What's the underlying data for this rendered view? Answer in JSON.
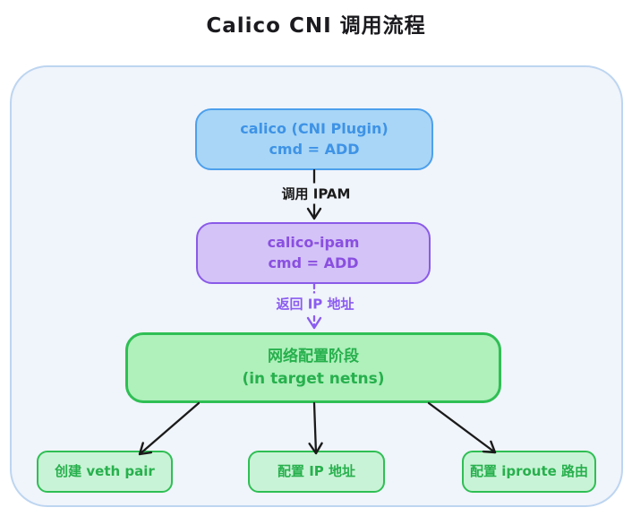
{
  "title": "Calico CNI 调用流程",
  "nodes": {
    "calico": {
      "line1": "calico (CNI Plugin)",
      "line2": "cmd = ADD"
    },
    "ipam": {
      "line1": "calico-ipam",
      "line2": "cmd = ADD"
    },
    "netconfig": {
      "line1": "网络配置阶段",
      "line2": "(in target netns)"
    },
    "veth": {
      "label": "创建 veth pair"
    },
    "ip": {
      "label": "配置 IP 地址"
    },
    "route": {
      "label": "配置 iproute 路由"
    }
  },
  "edges": {
    "call_ipam": {
      "label": "调用 IPAM",
      "style": "solid",
      "color": "#1a1a1a"
    },
    "return_ip": {
      "label": "返回 IP 地址",
      "style": "dashed",
      "color": "#8b5cf0"
    },
    "to_veth": {
      "label": "",
      "style": "solid",
      "color": "#1a1a1a"
    },
    "to_ip": {
      "label": "",
      "style": "solid",
      "color": "#1a1a1a"
    },
    "to_route": {
      "label": "",
      "style": "solid",
      "color": "#1a1a1a"
    }
  },
  "colors": {
    "blue_fill": "#a9d6f6",
    "blue_border": "#4da0ec",
    "blue_text": "#3e93e6",
    "purple_fill": "#d4c3f7",
    "purple_border": "#8a5ae8",
    "purple_text": "#8a4fe0",
    "green_fill": "#aff0bb",
    "green_fill_light": "#c9f3d6",
    "green_border": "#2fbf54",
    "green_text": "#27b04d",
    "container_fill": "#f0f4fb",
    "container_border": "#bdd5f0",
    "edge_black": "#1a1a1a",
    "edge_purple": "#8b5cf0",
    "title_text": "#1b1b1f",
    "page_background": "#ffffff"
  }
}
